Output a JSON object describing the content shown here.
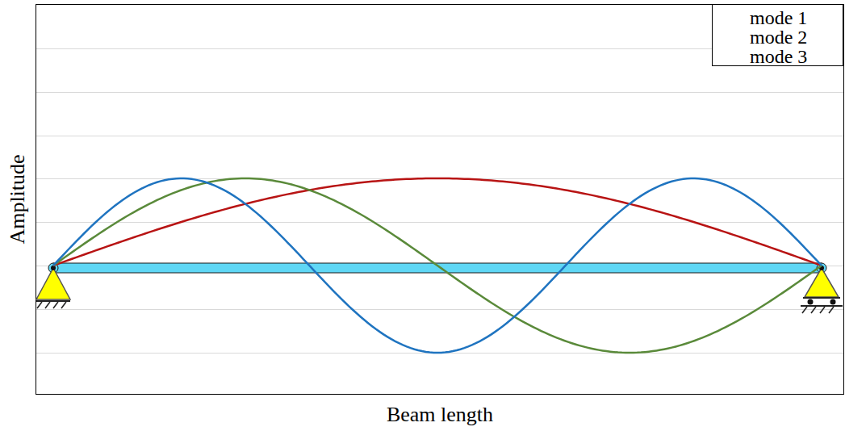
{
  "diagram": {
    "labels": [
      "Amplitude",
      "Beam length"
    ],
    "legend": [
      {
        "text": "mode 1"
      },
      {
        "text": "mode 2"
      },
      {
        "text": "mode 3"
      }
    ]
  }
}
